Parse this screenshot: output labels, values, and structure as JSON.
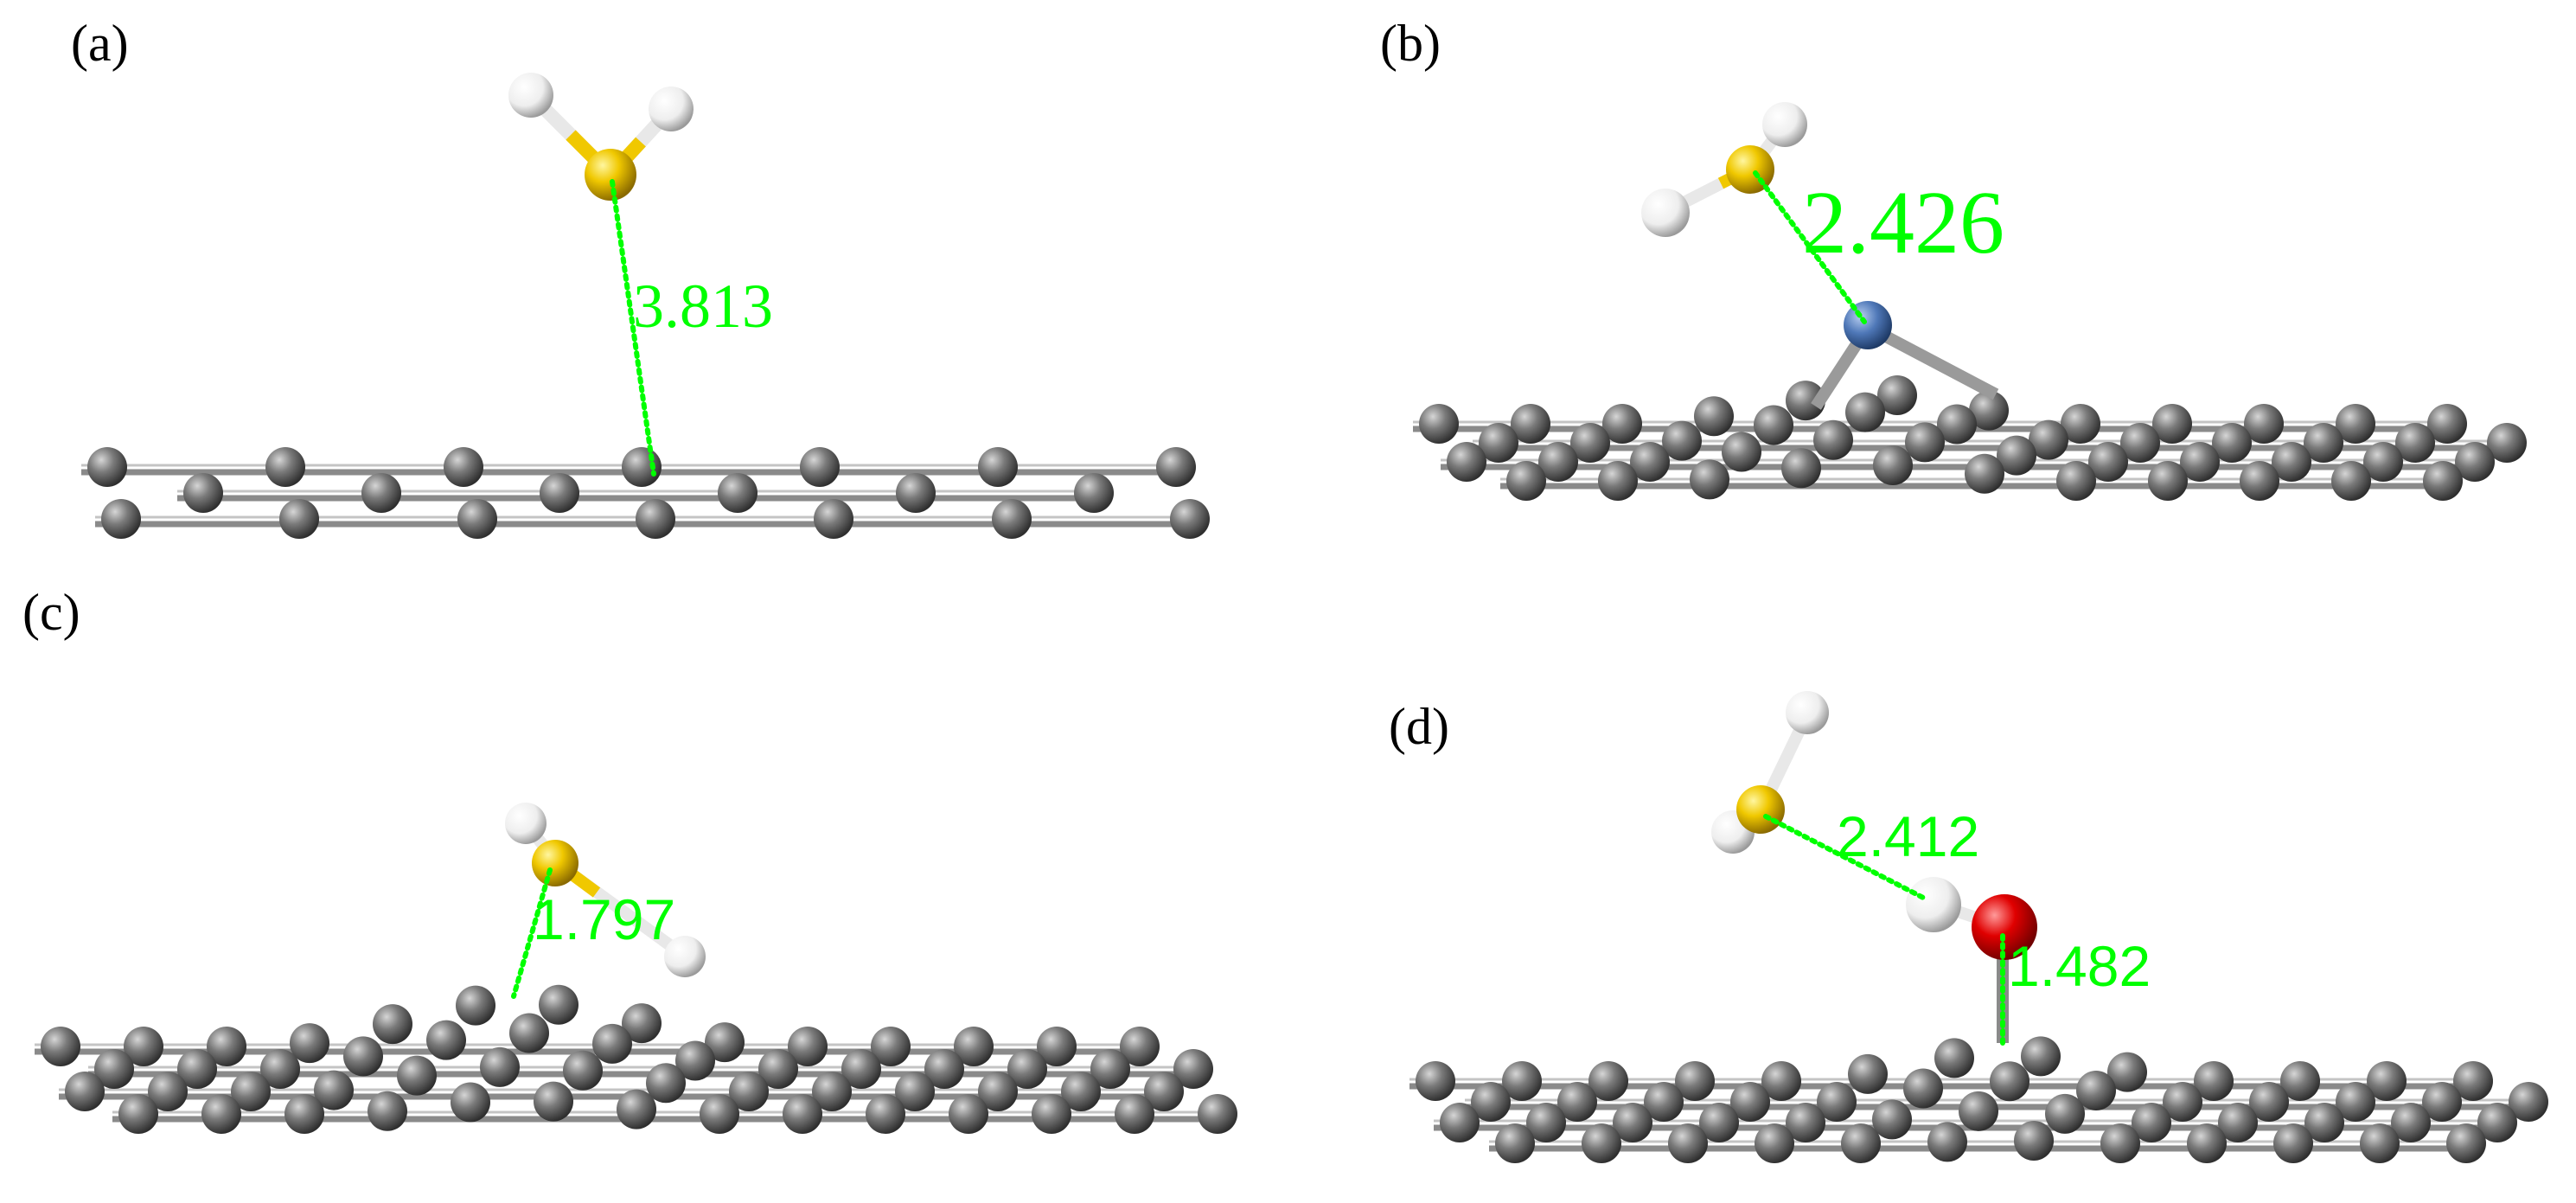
{
  "figure": {
    "panels": [
      {
        "id": "a",
        "label": "(a)",
        "adsorbate": "H2S",
        "surface": "pristine graphene",
        "distance": "3.813"
      },
      {
        "id": "b",
        "label": "(b)",
        "adsorbate": "H2S",
        "surface": "N-doped graphene",
        "distance": "2.426"
      },
      {
        "id": "c",
        "label": "(c)",
        "adsorbate": "H2S",
        "surface": "defective graphene",
        "distance": "1.797"
      },
      {
        "id": "d",
        "label": "(d)",
        "adsorbate": "H2S",
        "surface": "OH-functionalized graphene",
        "distances": [
          "2.412",
          "1.482"
        ]
      }
    ]
  },
  "colors": {
    "carbon": "#6a6a6a",
    "carbon_highlight": "#cfcfcf",
    "sulfur": "#f0c800",
    "hydrogen": "#f4f4f4",
    "nitrogen": "#4f78b8",
    "oxygen": "#e00000",
    "distance_label": "#00ff00"
  },
  "legend_icons": [
    "carbon-atom-icon",
    "sulfur-atom-icon",
    "hydrogen-atom-icon",
    "nitrogen-atom-icon",
    "oxygen-atom-icon"
  ]
}
